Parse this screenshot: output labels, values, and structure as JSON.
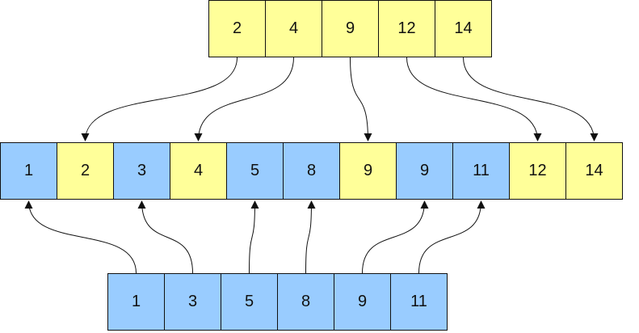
{
  "colors": {
    "yellow": "#ffff99",
    "blue": "#99ccff",
    "border": "#111111",
    "arrow": "#111111"
  },
  "rows": {
    "top": {
      "color": "yellow",
      "cells": [
        "2",
        "4",
        "9",
        "12",
        "14"
      ]
    },
    "merged": {
      "cells": [
        {
          "value": "1",
          "color": "blue"
        },
        {
          "value": "2",
          "color": "yellow"
        },
        {
          "value": "3",
          "color": "blue"
        },
        {
          "value": "4",
          "color": "yellow"
        },
        {
          "value": "5",
          "color": "blue"
        },
        {
          "value": "8",
          "color": "blue"
        },
        {
          "value": "9",
          "color": "yellow"
        },
        {
          "value": "9",
          "color": "blue"
        },
        {
          "value": "11",
          "color": "blue"
        },
        {
          "value": "12",
          "color": "yellow"
        },
        {
          "value": "14",
          "color": "yellow"
        }
      ]
    },
    "bottom": {
      "color": "blue",
      "cells": [
        "1",
        "3",
        "5",
        "8",
        "9",
        "11"
      ]
    }
  },
  "mappings": {
    "top_to_merged": [
      [
        0,
        1
      ],
      [
        1,
        3
      ],
      [
        2,
        6
      ],
      [
        3,
        9
      ],
      [
        4,
        10
      ]
    ],
    "bottom_to_merged": [
      [
        0,
        0
      ],
      [
        1,
        2
      ],
      [
        2,
        4
      ],
      [
        3,
        5
      ],
      [
        4,
        7
      ],
      [
        5,
        8
      ]
    ]
  }
}
